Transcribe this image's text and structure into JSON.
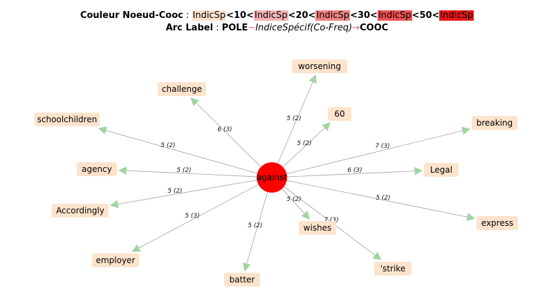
{
  "header": {
    "line1_title": "Couleur Noeud-Cooc",
    "line1_sep": " : ",
    "legend": [
      {
        "text": "IndicSp",
        "color": "#fce3cc"
      },
      {
        "text": "<10<",
        "color": null
      },
      {
        "text": "IndicSp",
        "color": "#f4b3b3"
      },
      {
        "text": "<20<",
        "color": null
      },
      {
        "text": "IndicSp",
        "color": "#f08282"
      },
      {
        "text": "<30<",
        "color": null
      },
      {
        "text": "IndicSp",
        "color": "#ec5252"
      },
      {
        "text": "<50<",
        "color": null
      },
      {
        "text": "IndicSp",
        "color": "#e81818"
      }
    ],
    "line2_title": "Arc Label",
    "line2_sep": " : ",
    "line2_pole": "POLE",
    "line2_dash": "−",
    "line2_indice": "IndiceSpécif(Co-Freq)",
    "line2_arrow": "→",
    "line2_cooc": "COOC"
  },
  "graph": {
    "center": {
      "label": "against",
      "color": "#ff0000"
    },
    "node_color": "#fce3cc",
    "edge_color": "#a0a0a0",
    "arrow_color": "#a3d4a3",
    "edges": [
      {
        "target": "worsening",
        "label": "5 (2)"
      },
      {
        "target": "challenge",
        "label": "6 (3)"
      },
      {
        "target": "60",
        "label": "5 (2)"
      },
      {
        "target": "schoolchildren",
        "label": "5 (2)"
      },
      {
        "target": "breaking",
        "label": "7 (3)"
      },
      {
        "target": "agency",
        "label": "5 (2)"
      },
      {
        "target": "Legal",
        "label": "6 (3)"
      },
      {
        "target": "Accordingly",
        "label": "5 (2)"
      },
      {
        "target": "express",
        "label": "5 (2)"
      },
      {
        "target": "wishes",
        "label": "5 (2)"
      },
      {
        "target": "employer",
        "label": "5 (3)"
      },
      {
        "target": "'strike",
        "label": "7 (3)"
      },
      {
        "target": "batter",
        "label": "5 (2)"
      }
    ]
  }
}
